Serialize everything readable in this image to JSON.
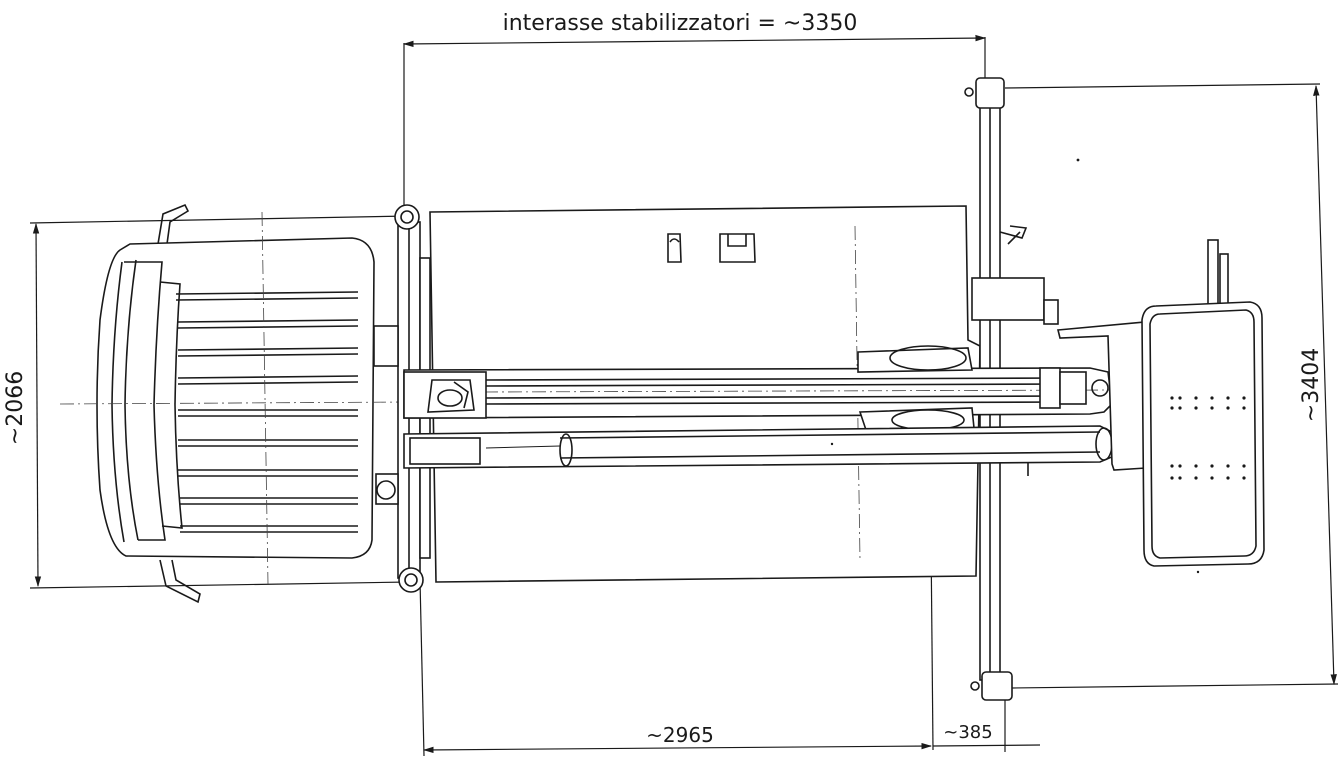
{
  "dimensions": {
    "stabilizer_spacing": "interasse stabilizzatori = ~3350",
    "cab_width": "~2066",
    "outrigger_span": "~3404",
    "bottom_main": "~2965",
    "bottom_offset": "~385"
  },
  "colors": {
    "line": "#1a1a1a",
    "background": "#ffffff"
  }
}
